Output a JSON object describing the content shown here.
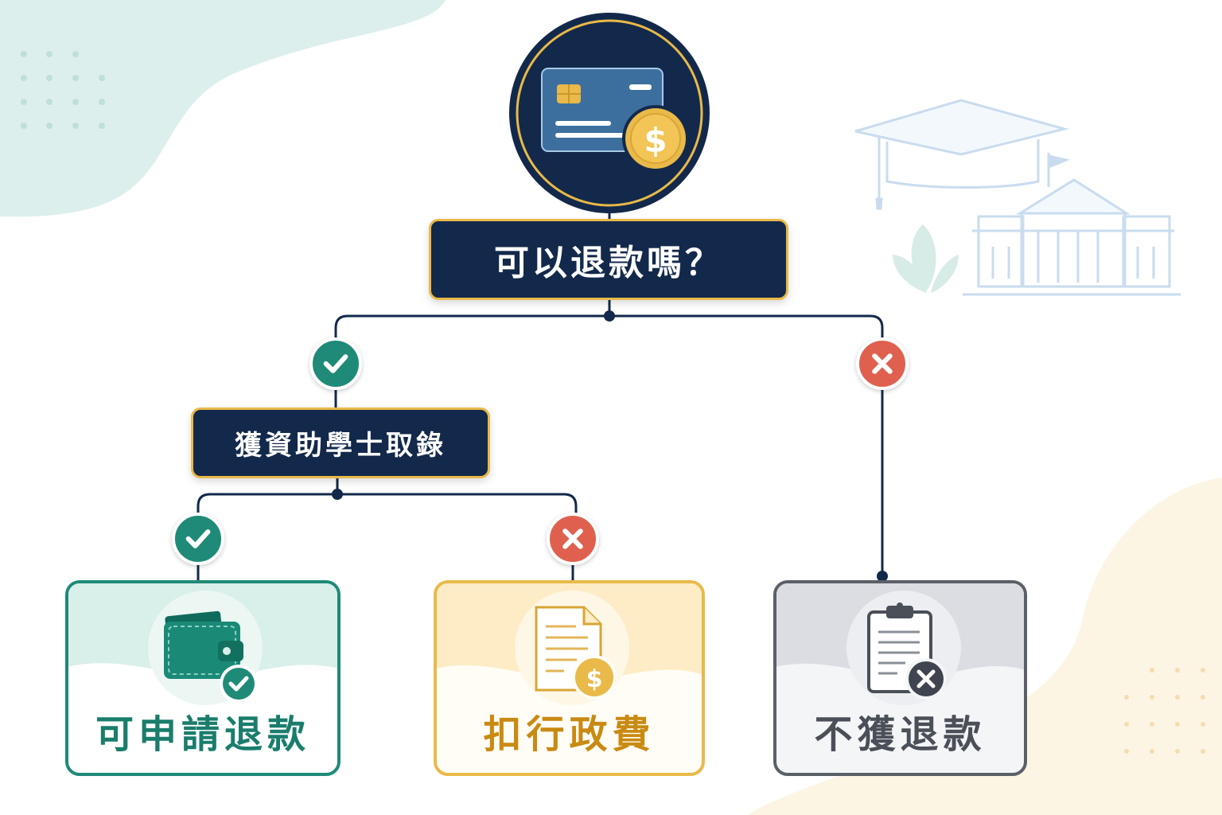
{
  "diagram": {
    "root_question": "可以退款嗎？",
    "sub_question": "獲資助學士取錄",
    "outcomes": {
      "refund": "可申請退款",
      "admin_fee": "扣行政費",
      "no_refund": "不獲退款"
    },
    "icons": {
      "root": "credit-card-dollar-icon",
      "refund": "wallet-check-icon",
      "admin_fee": "document-dollar-icon",
      "no_refund": "clipboard-x-icon",
      "decoration": "graduation-cap-university-icon"
    },
    "colors": {
      "navy": "#13294b",
      "gold": "#e9b949",
      "yes_green": "#1f8a78",
      "no_red": "#e0604f",
      "refund_text": "#1a7d6c",
      "fee_text": "#c98a12",
      "no_refund_text": "#4a4f58"
    }
  }
}
